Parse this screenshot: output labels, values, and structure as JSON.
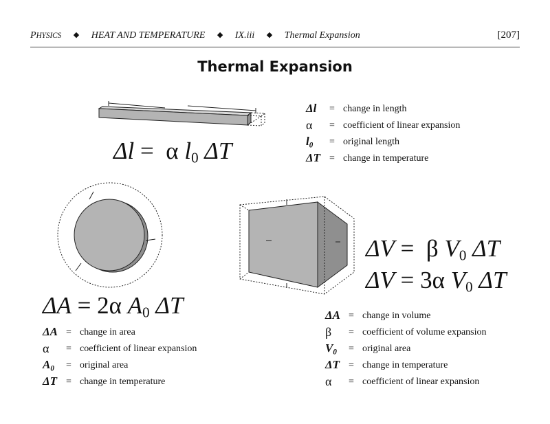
{
  "header": {
    "subject_first": "P",
    "subject_rest": "HYSICS",
    "chapter": "HEAT AND TEMPERATURE",
    "section": "IX.iii",
    "topic": "Thermal Expansion",
    "separator": "◆",
    "page_number": "[207]"
  },
  "title": "Thermal Expansion",
  "linear": {
    "formula": {
      "lhs": "Δl",
      "eq": "=",
      "coef": "α",
      "base": "l",
      "sub": "0",
      "delta": "ΔT"
    },
    "legend": [
      {
        "symbol": "Δl",
        "sub": "",
        "eq": "=",
        "desc": "change in length"
      },
      {
        "symbol": "α",
        "sub": "",
        "eq": "=",
        "desc": "coefficient of linear expansion"
      },
      {
        "symbol": "l",
        "sub": "0",
        "eq": "=",
        "desc": "original length"
      },
      {
        "symbol": "ΔT",
        "sub": "",
        "eq": "=",
        "desc": "change in temperature"
      }
    ]
  },
  "area": {
    "formula": {
      "lhs": "ΔA",
      "eq": "=",
      "factor": "2",
      "coef": "α",
      "base": "A",
      "sub": "0",
      "delta": "ΔT"
    },
    "legend": [
      {
        "symbol": "ΔA",
        "sub": "",
        "eq": "=",
        "desc": "change in area"
      },
      {
        "symbol": "α",
        "sub": "",
        "eq": "=",
        "desc": "coefficient of linear expansion"
      },
      {
        "symbol": "A",
        "sub": "0",
        "eq": "=",
        "desc": "original area"
      },
      {
        "symbol": "ΔT",
        "sub": "",
        "eq": "=",
        "desc": "change in temperature"
      }
    ]
  },
  "volume": {
    "formula1": {
      "lhs": "ΔV",
      "eq": "=",
      "coef": "β",
      "base": "V",
      "sub": "0",
      "delta": "ΔT"
    },
    "formula2": {
      "lhs": "ΔV",
      "eq": "=",
      "factor": "3",
      "coef": "α",
      "base": "V",
      "sub": "0",
      "delta": "ΔT"
    },
    "legend": [
      {
        "symbol": "ΔA",
        "sub": "",
        "eq": "=",
        "desc": "change in volume"
      },
      {
        "symbol": "β",
        "sub": "",
        "eq": "=",
        "desc": "coefficient of volume expansion"
      },
      {
        "symbol": "V",
        "sub": "0",
        "eq": "=",
        "desc": "original area"
      },
      {
        "symbol": "ΔT",
        "sub": "",
        "eq": "=",
        "desc": "change in temperature"
      },
      {
        "symbol": "α",
        "sub": "",
        "eq": "=",
        "desc": "coefficient of linear expansion"
      }
    ]
  },
  "colors": {
    "fill": "#b4b4b4",
    "edge": "#222222"
  }
}
